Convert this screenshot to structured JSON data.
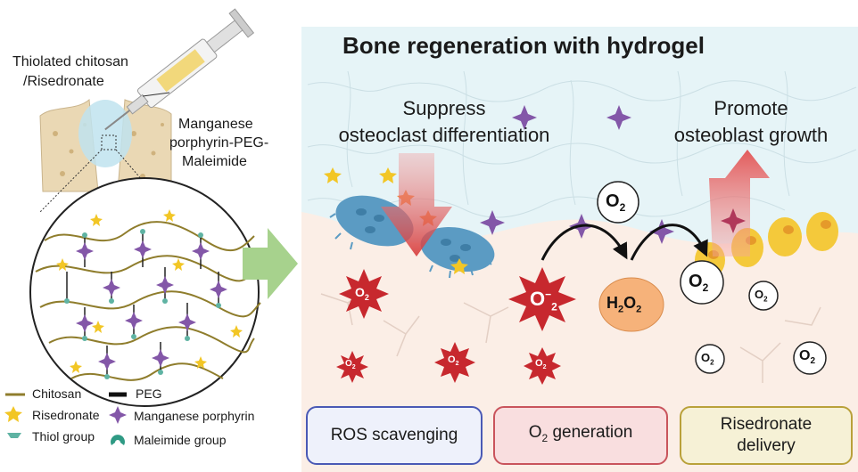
{
  "labels": {
    "syringe_content_line1": "Thiolated chitosan",
    "syringe_content_line2": "/Risedronate",
    "crosslinker_line1": "Manganese",
    "crosslinker_line2": "porphyrin-PEG-",
    "crosslinker_line3": "Maleimide"
  },
  "title": "Bone regeneration with hydrogel",
  "effects": {
    "suppress_line1": "Suppress",
    "suppress_line2": "osteoclast differentiation",
    "promote_line1": "Promote",
    "promote_line2": "osteoblast growth"
  },
  "molecules": {
    "o2": "O",
    "o2_sub": "2",
    "superoxide": "O",
    "h2o2_h": "H",
    "h2o2_o": "O"
  },
  "legend": {
    "chitosan": "Chitosan",
    "risedronate": "Risedronate",
    "thiol": "Thiol group",
    "peg": "PEG",
    "mn_porphyrin": "Manganese porphyrin",
    "maleimide": "Maleimide group"
  },
  "boxes": {
    "ros": "ROS scavenging",
    "o2_gen_prefix": "O",
    "o2_gen_sub": "2",
    "o2_gen_suffix": " generation",
    "rise_line1": "Risedronate",
    "rise_line2": "delivery"
  },
  "colors": {
    "hydrogel_bg": "#e6f4f7",
    "tissue_bg": "#fbeee6",
    "ros_box_border": "#4a59b5",
    "ros_box_fill": "#eef1fb",
    "o2_box_border": "#c9545c",
    "o2_box_fill": "#f9dedf",
    "rise_box_border": "#b9a13a",
    "rise_box_fill": "#f6f1d6",
    "arrow_green": "#a7d28d",
    "superoxide_red": "#c7282e",
    "h2o2_orange": "#f6b27a",
    "porphyrin_purple": "#8357a8",
    "risedronate_yellow": "#f2c625",
    "chitosan_olive": "#8f7d2c",
    "osteoclast_blue": "#5b9bc3",
    "osteoblast_yellow": "#f4c93b"
  }
}
